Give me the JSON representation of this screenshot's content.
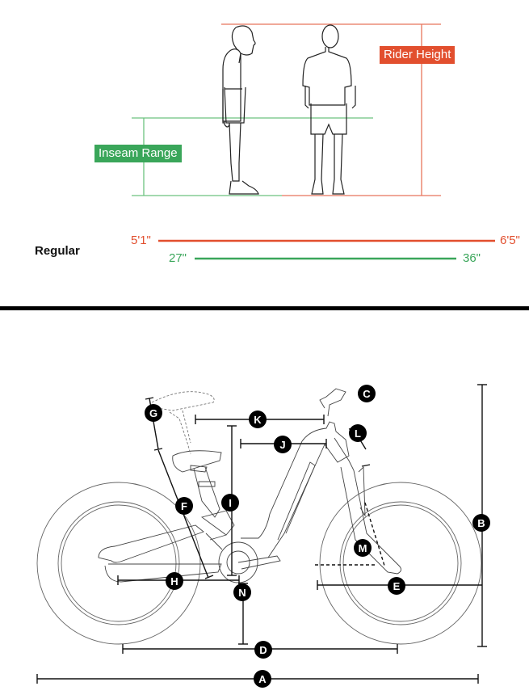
{
  "sizing": {
    "rider_height_label": "Rider Height",
    "inseam_range_label": "Inseam Range",
    "size_name": "Regular",
    "height_min": "5'1\"",
    "height_max": "6'5\"",
    "inseam_min": "27\"",
    "inseam_max": "36\""
  },
  "geometry": {
    "labels": [
      "A",
      "B",
      "C",
      "D",
      "E",
      "F",
      "G",
      "H",
      "I",
      "J",
      "K",
      "L",
      "M",
      "N"
    ]
  },
  "colors": {
    "rider_height": "#e24f2e",
    "inseam": "#3aa65a",
    "ink": "#111111"
  }
}
